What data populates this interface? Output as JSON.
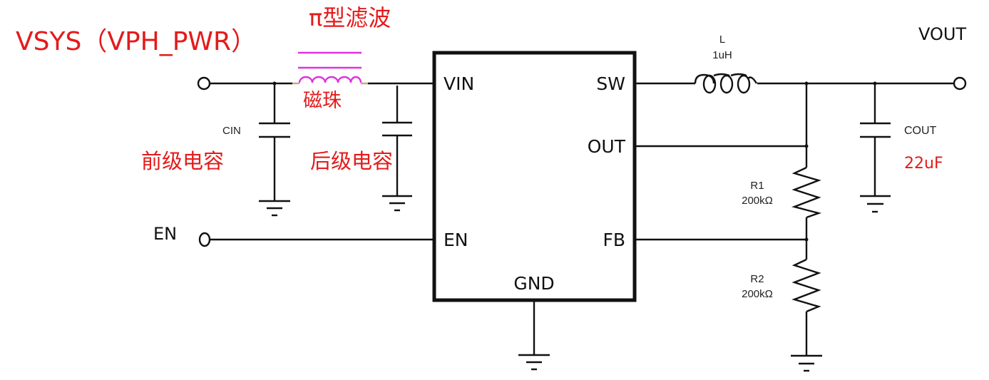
{
  "title": "VSYS（VPH_PWR）",
  "filter": {
    "label": "π型滤波",
    "bead_label": "磁珠",
    "front_cap_label": "前级电容",
    "rear_cap_label": "后级电容",
    "cin_label": "CIN"
  },
  "chip": {
    "pins": {
      "vin": "VIN",
      "sw": "SW",
      "out": "OUT",
      "en": "EN",
      "fb": "FB",
      "gnd": "GND"
    }
  },
  "inductor": {
    "name": "L",
    "value": "1uH"
  },
  "output": {
    "label": "VOUT",
    "cap_name": "COUT",
    "cap_value": "22uF"
  },
  "resistors": [
    {
      "name": "R1",
      "value": "200kΩ"
    },
    {
      "name": "R2",
      "value": "200kΩ"
    }
  ],
  "enable_terminal": "EN",
  "colors": {
    "annotation": "#e31b1b",
    "bead": "#e030e0",
    "wire": "#111111"
  }
}
